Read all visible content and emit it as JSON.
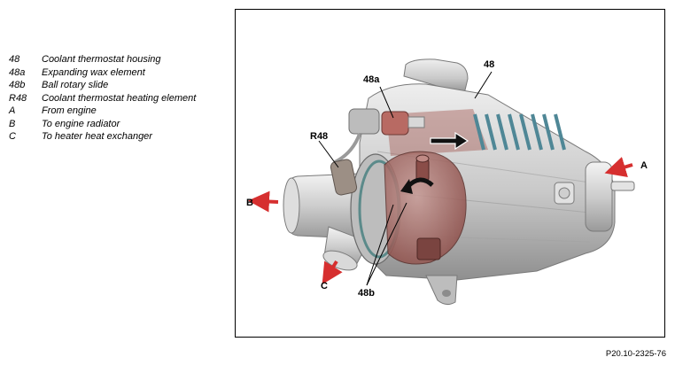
{
  "legend": [
    {
      "code": "48",
      "text": "Coolant thermostat housing"
    },
    {
      "code": "48a",
      "text": "Expanding wax element"
    },
    {
      "code": "48b",
      "text": "Ball rotary slide"
    },
    {
      "code": "R48",
      "text": "Coolant thermostat heating element"
    },
    {
      "code": "A",
      "text": "From engine"
    },
    {
      "code": "B",
      "text": "To engine radiator"
    },
    {
      "code": "C",
      "text": "To heater heat exchanger"
    }
  ],
  "figure": {
    "callouts": {
      "c48": "48",
      "c48a": "48a",
      "c48b": "48b",
      "cR48": "R48",
      "cA": "A",
      "cB": "B",
      "cC": "C"
    },
    "colors": {
      "flow_arrow": "#d62f2f",
      "housing": "#cfcfcf",
      "spring": "#4f8796",
      "element_tint": "#a35a55"
    }
  },
  "figure_ref": "P20.10-2325-76"
}
